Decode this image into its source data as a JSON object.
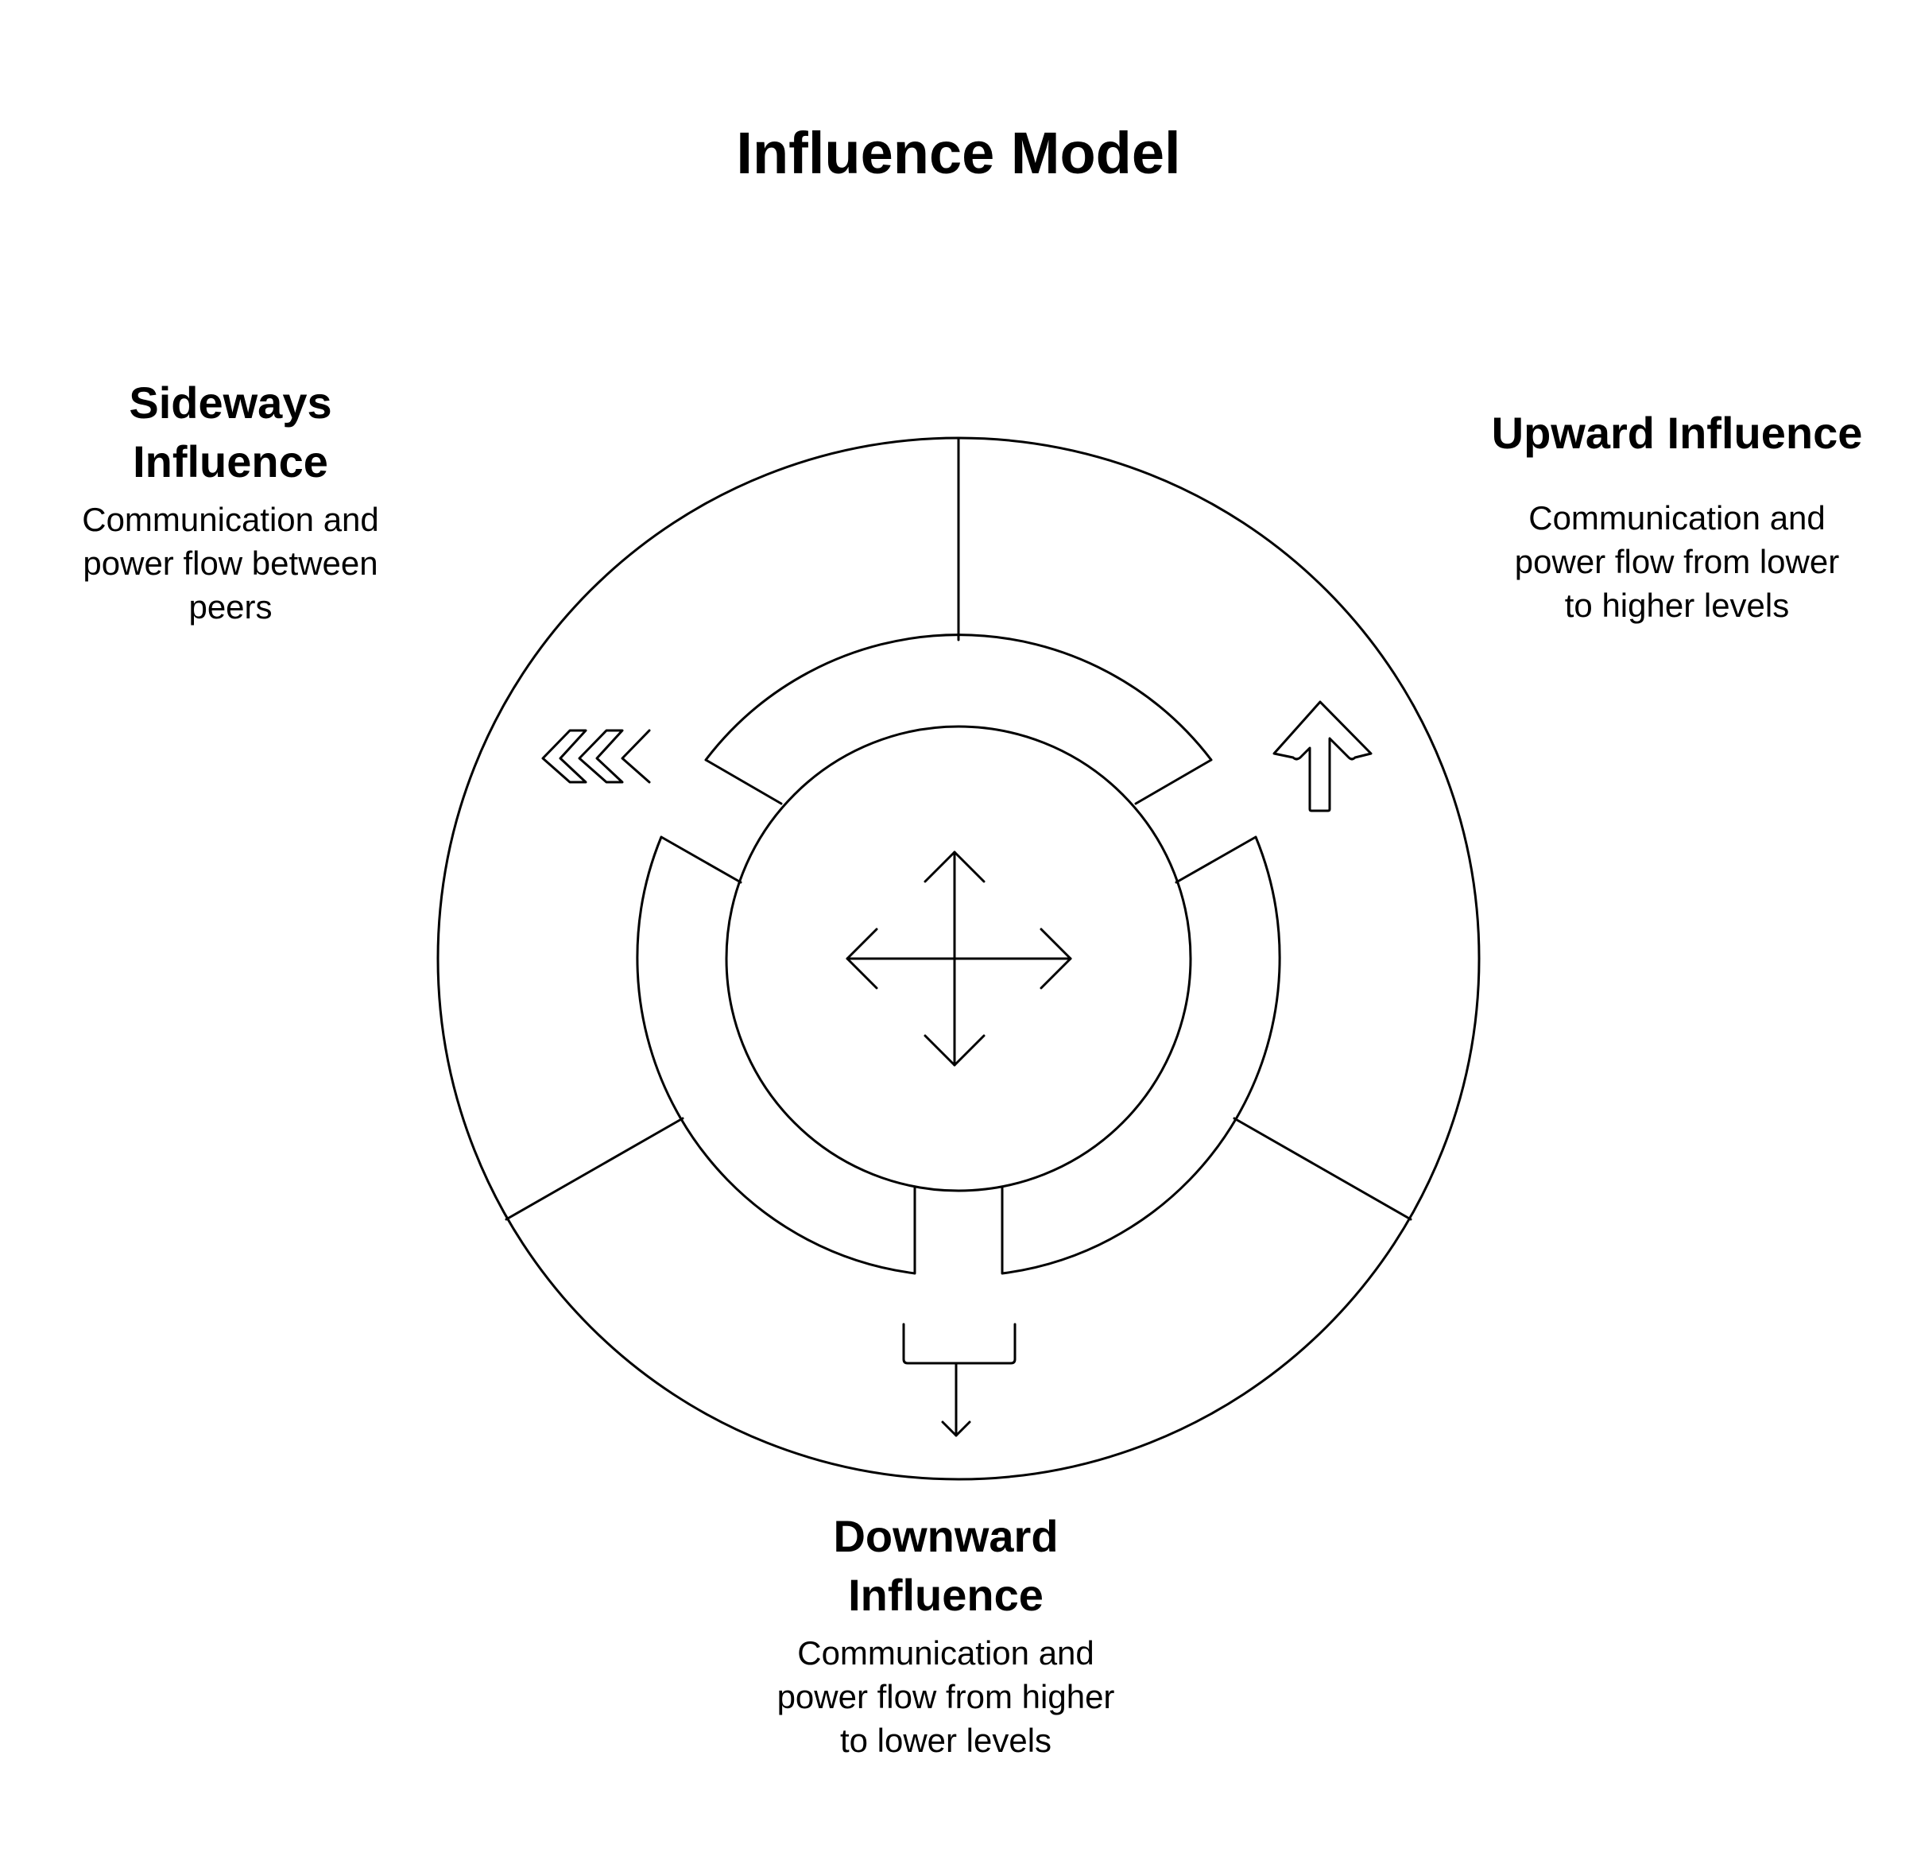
{
  "title": "Influence Model",
  "sections": {
    "sideways": {
      "title_lines": [
        "Sideways",
        "Influence"
      ],
      "description_lines": [
        "Communication and",
        "power flow between",
        "peers"
      ],
      "icon": "triple-chevron-left-icon"
    },
    "upward": {
      "title_lines": [
        "Upward Influence"
      ],
      "description_lines": [
        "Communication and",
        "power flow from lower",
        "to higher levels"
      ],
      "icon": "arrow-up-icon"
    },
    "downward": {
      "title_lines": [
        "Downward",
        "Influence"
      ],
      "description_lines": [
        "Communication and",
        "power flow from higher",
        "to lower levels"
      ],
      "icon": "arrow-down-from-bracket-icon"
    },
    "center": {
      "icon": "four-way-arrows-icon"
    }
  },
  "colors": {
    "stroke": "#000000",
    "background": "#ffffff"
  }
}
